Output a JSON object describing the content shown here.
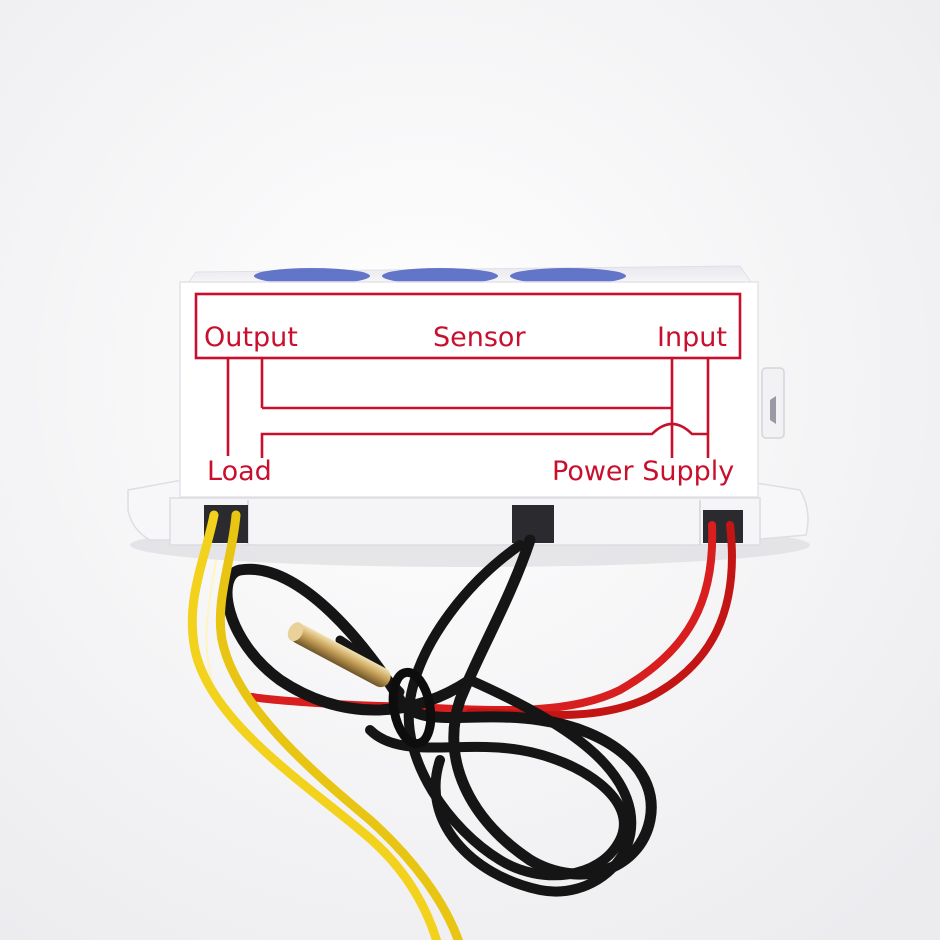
{
  "labels": {
    "output": "Output",
    "sensor": "Sensor",
    "input": "Input",
    "load": "Load",
    "power_supply": "Power Supply"
  },
  "colors": {
    "diagram_red": "#c8102e",
    "background": "#f4f4f6",
    "housing_white": "#ffffff",
    "housing_shade": "#e2e2e6",
    "button_blue": "#4a5fc0",
    "wire_yellow": "#f2d21c",
    "wire_red": "#d81e1e",
    "wire_black": "#151515",
    "probe_metal": "#c9a35a"
  }
}
